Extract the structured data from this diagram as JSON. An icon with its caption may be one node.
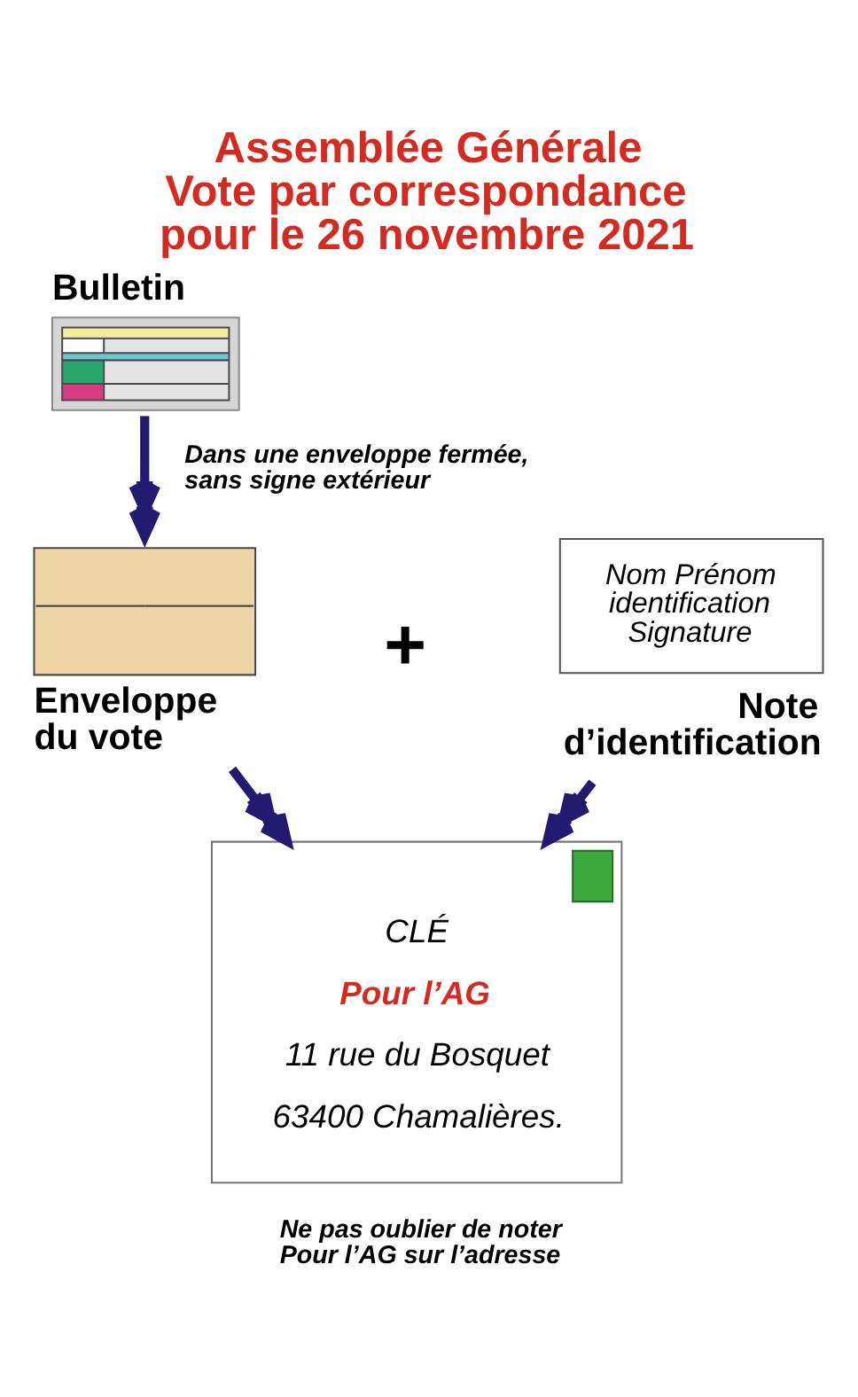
{
  "diagram": {
    "title": "Assemblée Générale Vote par correspondance pour le 26 novembre 2021",
    "nodes": [
      {
        "text": [
          "Bulletin"
        ]
      },
      {
        "text": [
          "Enveloppe du vote"
        ]
      },
      {
        "text": [
          "Nom Prénom identification Signature",
          "Note d’identification"
        ]
      },
      {
        "text": [
          "CLÉ",
          "Pour l’AG",
          "11 rue du Bosquet",
          "63400 Chamalières."
        ]
      }
    ],
    "edges": [
      {
        "from": 0,
        "to": 1,
        "arrow": "to",
        "label": "Dans une enveloppe fermée, sans signe extérieur"
      },
      {
        "from": 1,
        "to": 3,
        "arrow": "to"
      },
      {
        "from": 2,
        "to": 3,
        "arrow": "to"
      }
    ],
    "labels": [
      "+",
      "Ne pas oublier de noter Pour l’AG sur l’adresse"
    ]
  }
}
